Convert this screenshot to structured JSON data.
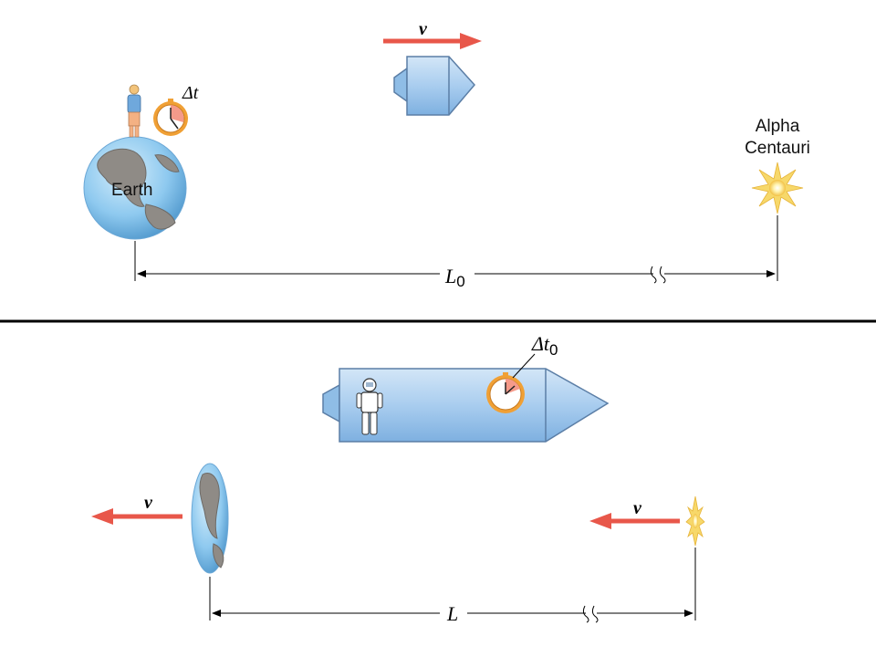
{
  "top_panel": {
    "earth_label": "Earth",
    "star_label_line1": "Alpha",
    "star_label_line2": "Centauri",
    "rocket_velocity_label": "v",
    "earth_clock_label": "Δt",
    "distance_label": "L",
    "distance_subscript": "0"
  },
  "bottom_panel": {
    "rocket_clock_label": "Δt",
    "rocket_clock_subscript": "0",
    "earth_velocity_label": "v",
    "star_velocity_label": "v",
    "distance_label": "L"
  },
  "colors": {
    "arrow": "#e8574a",
    "rocket": "#a9cdef",
    "ocean": "#8ec9ef",
    "land": "#8f8b86",
    "clock_ring": "#f0a035",
    "clock_wedge": "#f59a8a",
    "star": "#f7d86a"
  }
}
